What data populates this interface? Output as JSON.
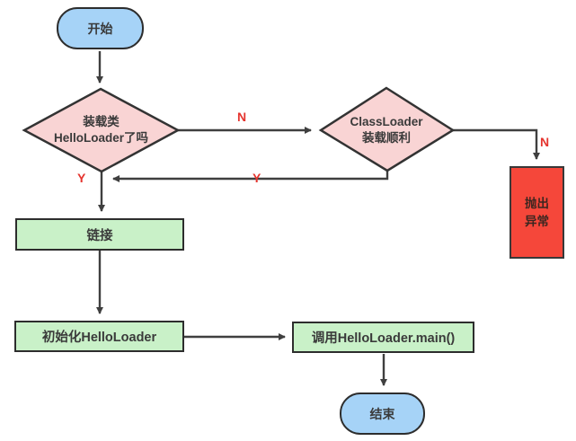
{
  "diagram": {
    "title": "HelloLoader class loading flowchart",
    "nodes": {
      "start": {
        "label": "开始"
      },
      "load_check": {
        "line1": "装载类",
        "line2": "HelloLoader了吗"
      },
      "classloader_check": {
        "line1": "ClassLoader",
        "line2": "装载顺利"
      },
      "throw_exception": {
        "line1": "抛出",
        "line2": "异常"
      },
      "link": {
        "label": "链接"
      },
      "init": {
        "label": "初始化HelloLoader"
      },
      "call_main": {
        "label": "调用HelloLoader.main()"
      },
      "end": {
        "label": "结束"
      }
    },
    "edge_labels": {
      "load_check_no": "N",
      "load_check_yes": "Y",
      "classloader_no": "N",
      "classloader_yes": "Y"
    },
    "colors": {
      "terminal_fill": "#a6d3f7",
      "decision_fill": "#f9d4d4",
      "process_fill": "#c9f1c8",
      "error_fill": "#f5473a",
      "line": "#3f3f3f",
      "edge_label": "#e5342e",
      "text": "#3a3a3a"
    }
  }
}
